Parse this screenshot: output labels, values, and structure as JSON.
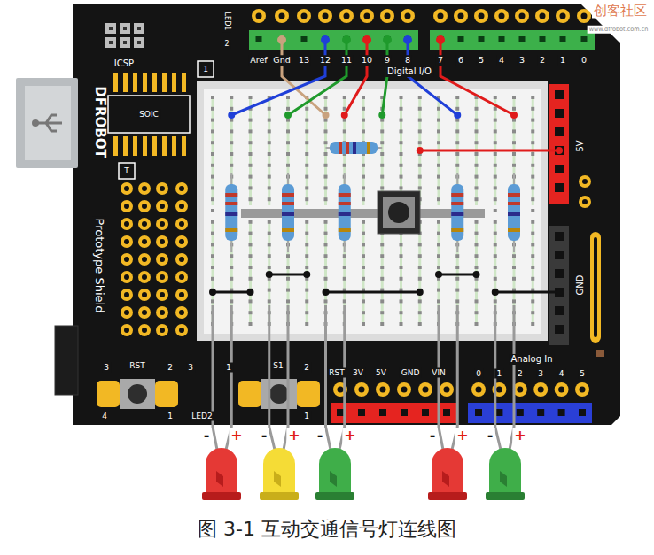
{
  "diagram": {
    "caption": "图 3-1 互动交通信号灯连线图",
    "labels": [
      "LED1",
      "2",
      "ICSP",
      "1",
      "Aref",
      "Gnd",
      "13",
      "12",
      "11",
      "10",
      "9",
      "8",
      "7",
      "6",
      "5",
      "4",
      "3",
      "2",
      "1",
      "0",
      "Digital I/O",
      "DFROBOT",
      "SOIC",
      "T",
      "Prototype Shield",
      "5V",
      "GND",
      "3",
      "RST",
      "2",
      "3",
      "1",
      "S1",
      "2",
      "4",
      "1",
      "LED2",
      "1",
      "RST",
      "3V",
      "5V",
      "GND",
      "VIN",
      "Analog In",
      "0",
      "1",
      "2",
      "3",
      "4",
      "5",
      "-",
      "+",
      "-",
      "+",
      "-",
      "+",
      "-",
      "+",
      "-",
      "+",
      "创客社区",
      "www.dfrobot.com.cn"
    ]
  }
}
